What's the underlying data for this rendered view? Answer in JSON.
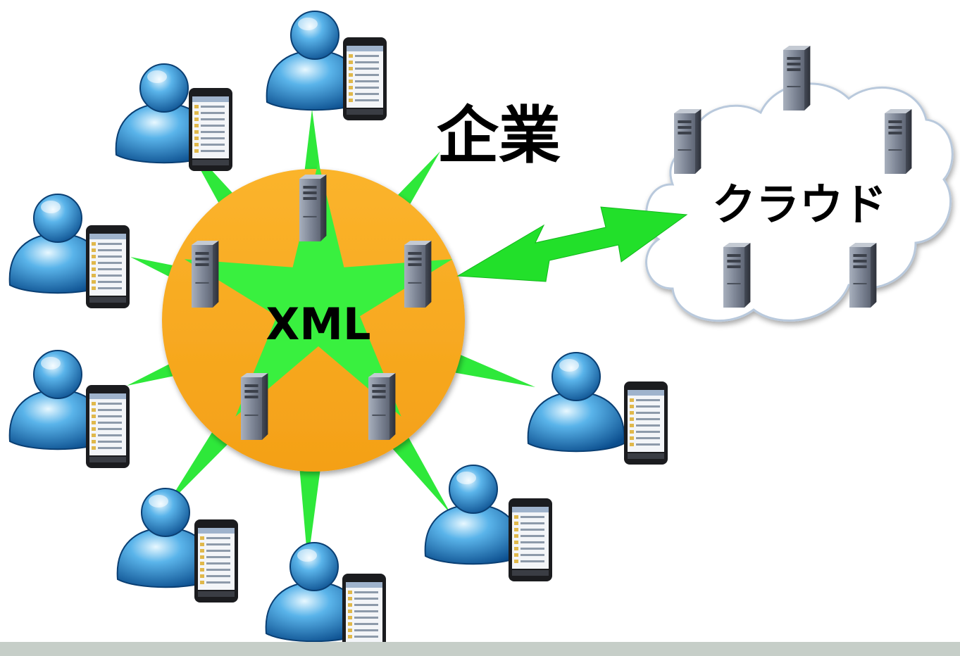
{
  "labels": {
    "enterprise": "企業",
    "cloud": "クラウド",
    "hub": "XML"
  },
  "colors": {
    "hub_fill": "#f9a81e",
    "link_green": "#2ee83a",
    "star_green": "#39f03f",
    "arrow_green": "#22e02a",
    "cloud_stroke": "#b9c9dc",
    "bottom_bar": "#c6cec8"
  },
  "icons": {
    "user": "user-icon",
    "phone": "smartphone-icon",
    "server": "server-icon",
    "cloud": "cloud-icon"
  }
}
